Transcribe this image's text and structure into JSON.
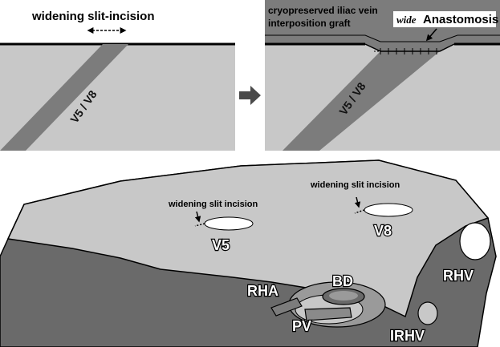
{
  "panel_top_left": {
    "title": "widening slit-incision",
    "vessel_label": "V5 / V8"
  },
  "panel_top_right": {
    "graft_label_line1": "cryopreserved iliac vein",
    "graft_label_line2": "interposition graft",
    "anastomosis_italic": "wide",
    "anastomosis_text": "Anastomosis",
    "vessel_label": "V5 / V8"
  },
  "liver": {
    "incision_v5_label": "widening slit incision",
    "incision_v8_label": "widening slit incision",
    "v5_label": "V5",
    "v8_label": "V8",
    "rhv_label": "RHV",
    "irhv_label": "IRHV",
    "rha_label": "RHA",
    "bd_label": "BD",
    "pv_label": "PV"
  },
  "colors": {
    "light_gray": "#c8c8c8",
    "mid_gray": "#7c7c7c",
    "dark_gray": "#6a6a6a",
    "white": "#ffffff"
  }
}
